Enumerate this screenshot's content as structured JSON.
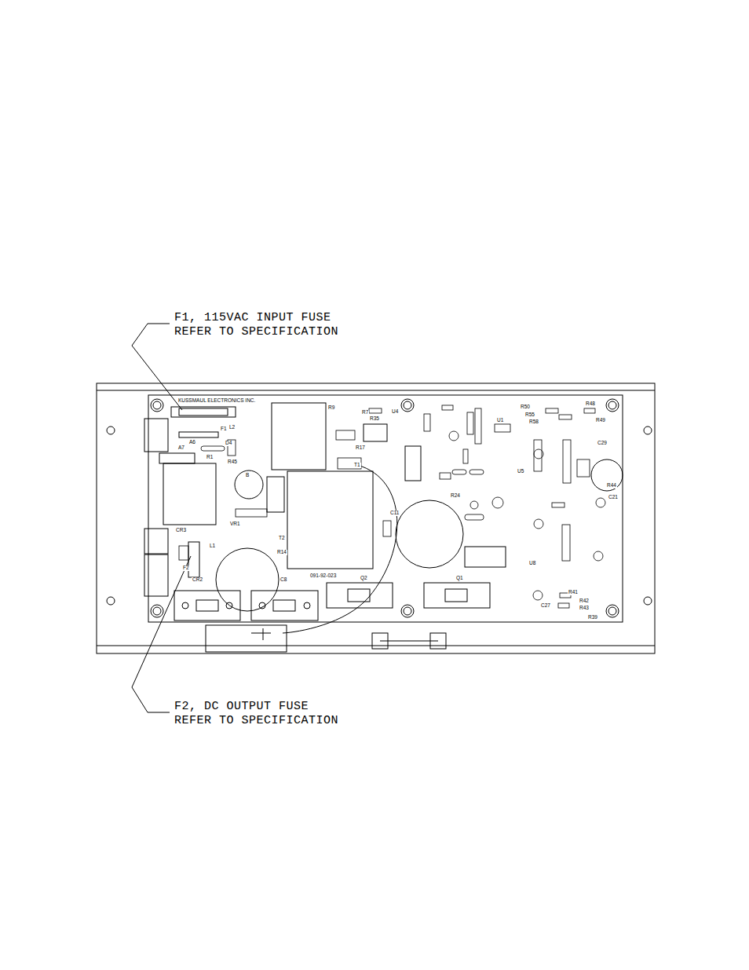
{
  "diagram": {
    "labels": [
      "F1, 115VAC INPUT FUSE",
      "REFER TO SPECIFICATION",
      "F2, DC OUTPUT FUSE",
      "REFER TO SPECIFICATION",
      "KUSSMAUL ELECTRONICS INC.",
      "F1",
      "L2",
      "A6",
      "A7",
      "D4",
      "R1",
      "R45",
      "R9",
      "R7",
      "R35",
      "U4",
      "R17",
      "T1",
      "T2",
      "R14",
      "VR1",
      "C11",
      "091-92-023",
      "R24",
      "U1",
      "U5",
      "U8",
      "C29",
      "R48",
      "R49",
      "R50",
      "R55",
      "R58",
      "R41",
      "R42",
      "R43",
      "R39",
      "C27",
      "L1",
      "CR3",
      "F2",
      "B",
      "CR2",
      "C8",
      "Q2",
      "Q1",
      "R44",
      "C21"
    ]
  }
}
